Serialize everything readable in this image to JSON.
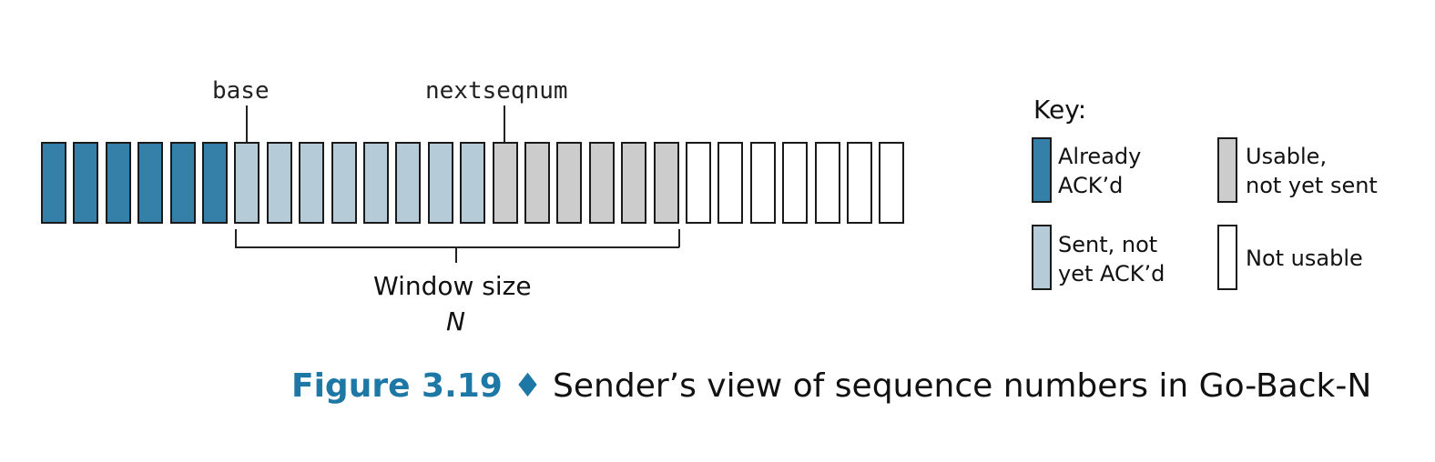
{
  "pointers": {
    "base": "base",
    "nextseqnum": "nextseqnum"
  },
  "sequence": {
    "boxes": [
      "acked",
      "acked",
      "acked",
      "acked",
      "acked",
      "acked",
      "sent",
      "sent",
      "sent",
      "sent",
      "sent",
      "sent",
      "sent",
      "sent",
      "usable",
      "usable",
      "usable",
      "usable",
      "usable",
      "usable",
      "unusable",
      "unusable",
      "unusable",
      "unusable",
      "unusable",
      "unusable",
      "unusable"
    ],
    "colors": {
      "acked": "#3580a8",
      "sent": "#b6cbd8",
      "usable": "#cccccc",
      "unusable": "#ffffff"
    }
  },
  "window": {
    "label": "Window size",
    "n": "N"
  },
  "key": {
    "title": "Key:",
    "items": [
      {
        "state": "acked",
        "lines": [
          "Already",
          "ACK’d"
        ]
      },
      {
        "state": "usable",
        "lines": [
          "Usable,",
          "not yet sent"
        ]
      },
      {
        "state": "sent",
        "lines": [
          "Sent, not",
          "yet ACK’d"
        ]
      },
      {
        "state": "unusable",
        "lines": [
          "Not usable"
        ]
      }
    ]
  },
  "caption": {
    "figure_number": "Figure 3.19",
    "diamond": "♦",
    "text": "Sender’s view of sequence numbers in Go-Back-N"
  }
}
